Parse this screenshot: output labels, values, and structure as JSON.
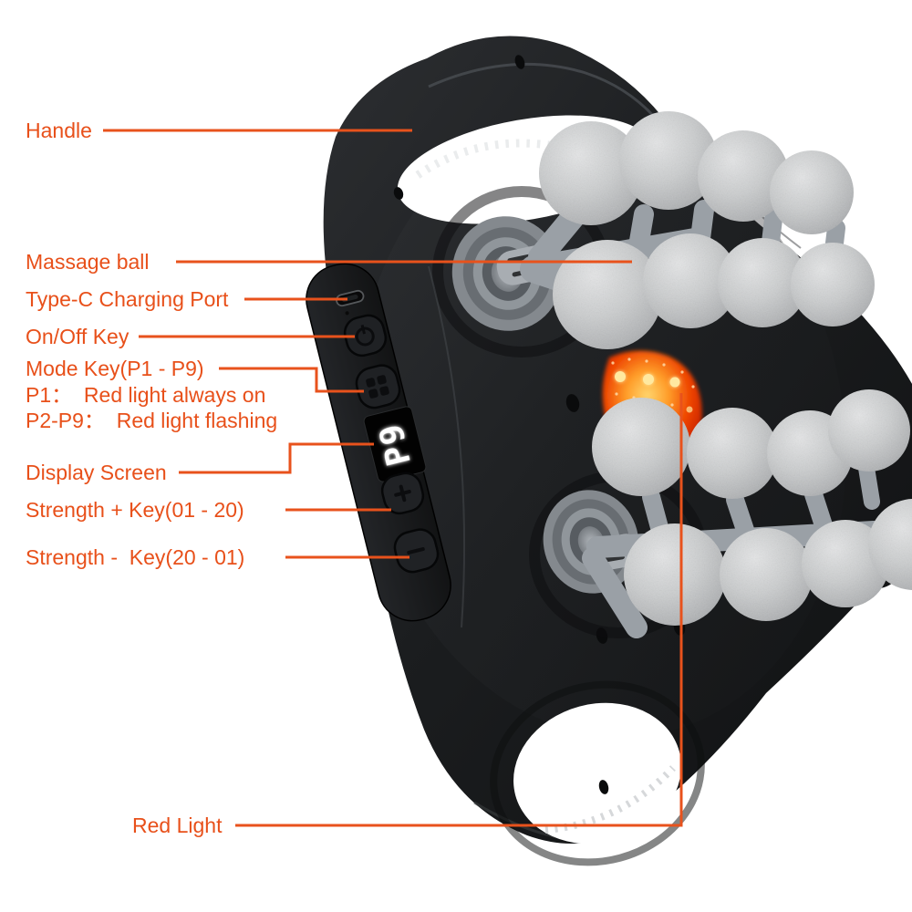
{
  "image_type": "annotated product diagram of a handheld massage device",
  "colors": {
    "background": "#ffffff",
    "annotation_text": "#E8501A",
    "annotation_line": "#E8521C",
    "device_body": "#1b1d1f",
    "massage_ball": "#c9cbcd",
    "connector_arm": "#9aa0a5",
    "red_light_core": "#ff9e2a",
    "red_light_edge": "#b01c00",
    "display_background": "#000000",
    "display_text": "#ffffff"
  },
  "annotations": [
    {
      "id": "handle",
      "text": "Handle"
    },
    {
      "id": "massage-ball",
      "text": "Massage ball"
    },
    {
      "id": "type-c-port",
      "text": "Type-C Charging Port"
    },
    {
      "id": "on-off-key",
      "text": "On/Off Key"
    },
    {
      "id": "mode-key",
      "text": "Mode Key(P1 - P9)"
    },
    {
      "id": "mode-p1",
      "text": "P1：  Red light always on"
    },
    {
      "id": "mode-p2-p9",
      "text": "P2-P9：  Red light flashing"
    },
    {
      "id": "display-screen",
      "text": "Display Screen"
    },
    {
      "id": "strength-plus",
      "text": "Strength + Key(01 - 20)"
    },
    {
      "id": "strength-minus",
      "text": "Strength -  Key(20 - 01)"
    },
    {
      "id": "red-light",
      "text": "Red Light"
    }
  ],
  "device": {
    "display_value": "P9",
    "massage_ball_count": 16,
    "controls": [
      {
        "name": "type-c-charging-port"
      },
      {
        "name": "on-off-key",
        "icon": "power-icon"
      },
      {
        "name": "mode-key",
        "icon": "mode-grid-icon",
        "range": "P1 - P9"
      },
      {
        "name": "display-screen",
        "value": "P9"
      },
      {
        "name": "strength-plus-key",
        "icon": "plus-icon",
        "range": "01 - 20"
      },
      {
        "name": "strength-minus-key",
        "icon": "minus-icon",
        "range": "20 - 01"
      }
    ],
    "features": [
      "handle-top",
      "handle-bottom",
      "red-light-panel"
    ]
  }
}
